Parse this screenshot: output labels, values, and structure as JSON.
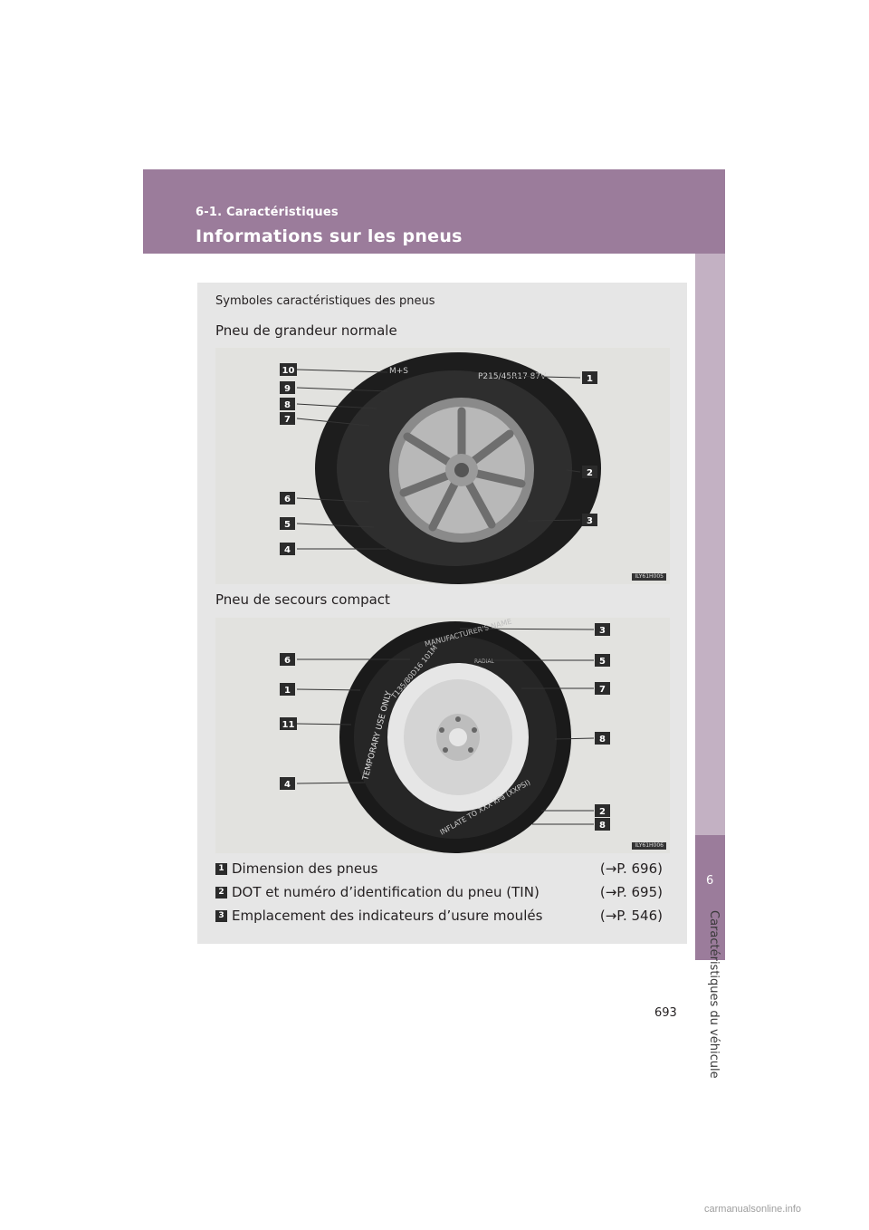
{
  "header": {
    "section": "6-1. Caractéristiques",
    "title": "Informations sur les pneus"
  },
  "side_tab": {
    "chapter_number": "6",
    "chapter_label": "Caractéristiques du véhicule"
  },
  "box": {
    "heading": "Symboles caractéristiques des pneus",
    "figure1": {
      "caption": "Pneu de grandeur normale",
      "code": "ILY61H005",
      "callouts_left": [
        "10",
        "9",
        "8",
        "7",
        "6",
        "5",
        "4"
      ],
      "callouts_right": [
        "1",
        "2",
        "3"
      ],
      "tire_texts": [
        "M+S",
        "P215/45R17 87V"
      ]
    },
    "figure2": {
      "caption": "Pneu de secours compact",
      "code": "ILY61H006",
      "callouts_left": [
        "6",
        "1",
        "11",
        "4"
      ],
      "callouts_right": [
        "3",
        "5",
        "7",
        "8",
        "2",
        "8"
      ],
      "tire_texts": [
        "TEMPORARY USE ONLY",
        "MANUFACTURER'S NAME",
        "T135/80D16 101M",
        "RADIAL",
        "INFLATE TO XXX kPa (XXPSI)"
      ]
    },
    "legend": [
      {
        "mark": "1",
        "text": "Dimension des pneus",
        "ref": "(→P. 696)"
      },
      {
        "mark": "2",
        "text": "DOT et numéro d’identification du pneu (TIN)",
        "ref": "(→P. 695)"
      },
      {
        "mark": "3",
        "text": "Emplacement des indicateurs d’usure moulés",
        "ref": "(→P. 546)"
      }
    ]
  },
  "page_number": "693",
  "watermark": "carmanualsonline.info"
}
